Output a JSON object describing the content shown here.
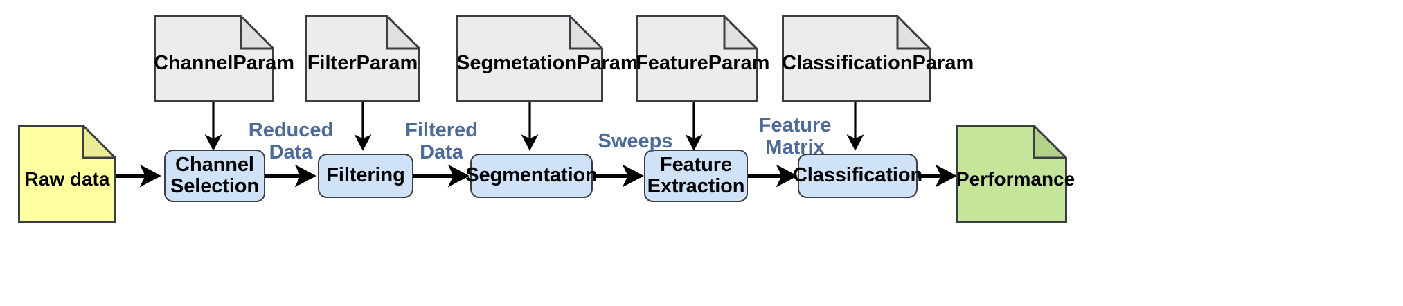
{
  "diagram": {
    "title": "Signal processing pipeline",
    "colors": {
      "raw_data_fill": "#ffffa0",
      "raw_data_fold": "#ebeb95",
      "performance_fill": "#c5e59b",
      "performance_fold": "#b2d189",
      "param_fill": "#ececec",
      "param_fold": "#e0e0e0",
      "process_fill": "#cfe2f8",
      "border": "#3b3f44",
      "edge_label": "#4d6b99",
      "arrow": "#000000",
      "background": "#ffffff"
    }
  },
  "params": [
    {
      "id": "channel-param",
      "label": "ChannelParam"
    },
    {
      "id": "filter-param",
      "label": "FilterParam"
    },
    {
      "id": "segmetation-param",
      "label": "SegmetationParam"
    },
    {
      "id": "feature-param",
      "label": "FeatureParam"
    },
    {
      "id": "classification-param",
      "label": "ClassificationParam"
    }
  ],
  "inputs": {
    "raw_data": {
      "id": "raw-data",
      "label": "Raw data"
    }
  },
  "outputs": {
    "performance": {
      "id": "performance",
      "label": "Performance"
    }
  },
  "processes": [
    {
      "id": "channel-selection",
      "label": "Channel\nSelection"
    },
    {
      "id": "filtering",
      "label": "Filtering"
    },
    {
      "id": "segmentation",
      "label": "Segmentation"
    },
    {
      "id": "feature-extraction",
      "label": "Feature\nExtraction"
    },
    {
      "id": "classification",
      "label": "Classification"
    }
  ],
  "edge_labels": [
    {
      "id": "reduced-data",
      "label": "Reduced\nData"
    },
    {
      "id": "filtered-data",
      "label": "Filtered\nData"
    },
    {
      "id": "sweeps",
      "label": "Sweeps"
    },
    {
      "id": "feature-matrix",
      "label": "Feature\nMatrix"
    }
  ]
}
